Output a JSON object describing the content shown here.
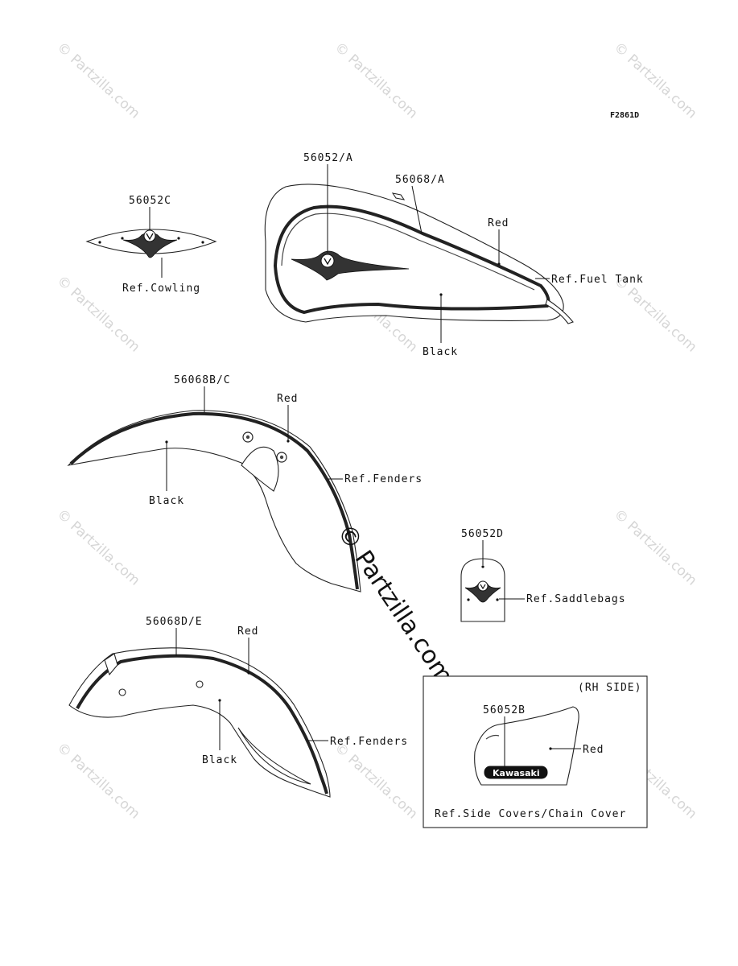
{
  "figure_code": "F2861D",
  "watermark": {
    "small": "© Partzilla.com",
    "center": "© Partzilla.com"
  },
  "cowling": {
    "part": "56052C",
    "ref": "Ref.Cowling"
  },
  "tank": {
    "part_a": "56052/A",
    "part_b": "56068/A",
    "red": "Red",
    "ref": "Ref.Fuel Tank",
    "black": "Black"
  },
  "front_fender": {
    "part": "56068B/C",
    "red": "Red",
    "ref": "Ref.Fenders",
    "black": "Black"
  },
  "saddlebag": {
    "part": "56052D",
    "ref": "Ref.Saddlebags"
  },
  "rear_fender": {
    "part": "56068D/E",
    "red": "Red",
    "ref": "Ref.Fenders",
    "black": "Black"
  },
  "side_cover": {
    "box_title": "(RH SIDE)",
    "part": "56052B",
    "red": "Red",
    "badge": "Kawasaki",
    "ref": "Ref.Side Covers/Chain Cover"
  }
}
